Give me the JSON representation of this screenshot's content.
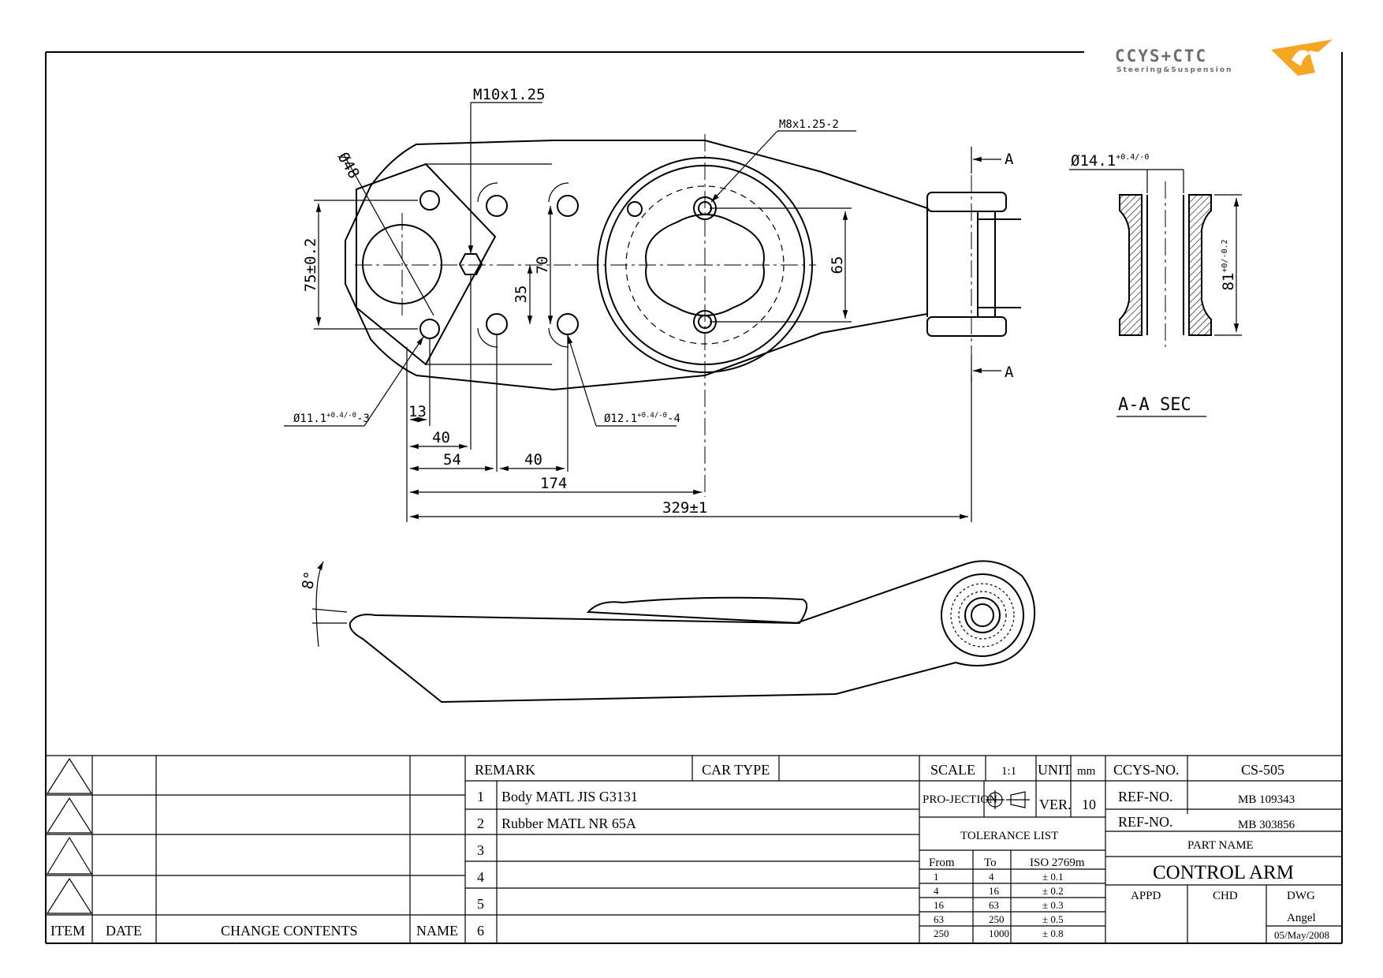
{
  "logo": {
    "brand": "CCYS+CTC",
    "tagline": "Steering&Suspension",
    "accent": "#f5a623"
  },
  "dimensions": {
    "thread_main": "M10x1.25",
    "thread_stud": "M8x1.25-2",
    "bore_dia": "Ø48",
    "hole_small": "Ø11.1",
    "hole_small_tol": "+0.4/-0",
    "hole_small_qty": "-3",
    "hole_large": "Ø12.1",
    "hole_large_tol": "+0.4/-0",
    "hole_large_qty": "-4",
    "d75": "75±0.2",
    "d70": "70",
    "d35": "35",
    "d65": "65",
    "d13": "13",
    "d40a": "40",
    "d54": "54",
    "d40b": "40",
    "d174": "174",
    "d329": "329±1",
    "angle": "8°",
    "bush_dia": "Ø14.1",
    "bush_dia_tol": "+0.4/-0",
    "bush_len": "81",
    "bush_len_tol": "+0/-0.2",
    "section_mark": "A",
    "section_title": "A-A SEC"
  },
  "titleblock": {
    "remark": "REMARK",
    "car_type": "CAR TYPE",
    "rows": [
      "1",
      "2",
      "3",
      "4",
      "5",
      "6"
    ],
    "remarks": [
      "Body MATL JIS G3131",
      "Rubber MATL NR 65A",
      "",
      "",
      "",
      ""
    ],
    "change_headers": {
      "item": "ITEM",
      "date": "DATE",
      "contents": "CHANGE CONTENTS",
      "name": "NAME"
    },
    "scale_label": "SCALE",
    "scale": "1:1",
    "unit_label": "UNIT",
    "unit": "mm",
    "projection": "PRO-JECTION",
    "ver_label": "VER.",
    "ver": "10",
    "tolerance_title": "TOLERANCE LIST",
    "tol_headers": [
      "From",
      "To",
      "ISO 2769m"
    ],
    "tolerances": [
      [
        "1",
        "4",
        "± 0.1"
      ],
      [
        "4",
        "16",
        "± 0.2"
      ],
      [
        "16",
        "63",
        "± 0.3"
      ],
      [
        "63",
        "250",
        "± 0.5"
      ],
      [
        "250",
        "1000",
        "± 0.8"
      ]
    ],
    "ccys_label": "CCYS-NO.",
    "ccys_no": "CS-505",
    "ref_label": "REF-NO.",
    "ref_no_1": "MB 109343",
    "ref_no_2": "MB 303856",
    "part_name_label": "PART NAME",
    "part_name": "CONTROL ARM",
    "appd": "APPD",
    "chd": "CHD",
    "dwg": "DWG",
    "drawer": "Angel",
    "date": "05/May/2008"
  }
}
